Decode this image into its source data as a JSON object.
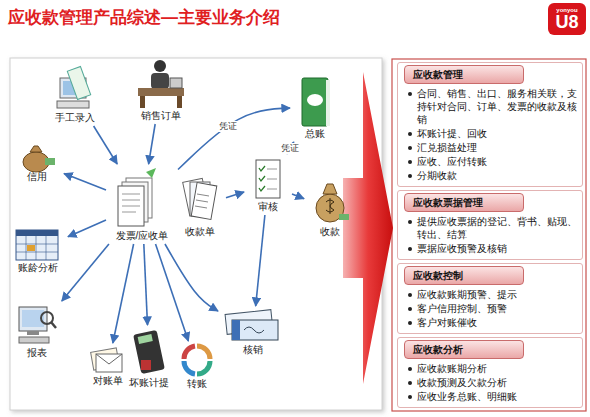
{
  "diagram": {
    "title": "应收款管理产品综述—主要业务介绍",
    "nodes": [
      {
        "text": [
          "手工录入"
        ]
      },
      {
        "text": [
          "销售订单"
        ]
      },
      {
        "text": [
          "总账"
        ]
      },
      {
        "text": [
          "信用"
        ]
      },
      {
        "text": [
          "发票/应收单"
        ]
      },
      {
        "text": [
          "收款单"
        ]
      },
      {
        "text": [
          "审核"
        ]
      },
      {
        "text": [
          "收款"
        ]
      },
      {
        "text": [
          "账龄分析"
        ]
      },
      {
        "text": [
          "报表"
        ]
      },
      {
        "text": [
          "对账单"
        ]
      },
      {
        "text": [
          "坏账计提"
        ]
      },
      {
        "text": [
          "转账"
        ]
      },
      {
        "text": [
          "核销"
        ]
      },
      {
        "text": [
          "应收款管理",
          "合同、销售、出口、服务相关联，支持针对合同、订单、发票的收款及核销",
          "坏账计提、回收",
          "汇兑损益处理",
          "应收、应付转账",
          "分期收款"
        ]
      },
      {
        "text": [
          "应收款票据管理",
          "提供应收票据的登记、背书、贴现、转出、结算",
          "票据应收预警及核销"
        ]
      },
      {
        "text": [
          "应收款控制",
          "应收款账期预警、提示",
          "客户信用控制、预警",
          "客户对账催收"
        ]
      },
      {
        "text": [
          "应收款分析",
          "应收款账期分析",
          "收款预测及欠款分析",
          "应收业务总账、明细账"
        ]
      }
    ],
    "edges": [
      {
        "from": 0,
        "to": 4,
        "arrow": "to"
      },
      {
        "from": 1,
        "to": 4,
        "arrow": "to"
      },
      {
        "from": 4,
        "to": 2,
        "label": "凭证",
        "arrow": "to"
      },
      {
        "from": 4,
        "to": 3,
        "arrow": "to"
      },
      {
        "from": 4,
        "to": 8,
        "arrow": "to"
      },
      {
        "from": 4,
        "to": 9,
        "arrow": "to"
      },
      {
        "from": 4,
        "to": 10,
        "arrow": "to"
      },
      {
        "from": 4,
        "to": 11,
        "arrow": "to"
      },
      {
        "from": 4,
        "to": 12,
        "arrow": "to"
      },
      {
        "from": 4,
        "to": 13,
        "arrow": "to"
      },
      {
        "from": 5,
        "to": 6,
        "arrow": "to"
      },
      {
        "from": 6,
        "to": 2,
        "label": "凭证",
        "arrow": "to"
      },
      {
        "from": 6,
        "to": 7,
        "arrow": "to"
      },
      {
        "from": 6,
        "to": 13,
        "arrow": "to"
      }
    ],
    "labels": [
      "yonyou",
      "U8"
    ]
  }
}
